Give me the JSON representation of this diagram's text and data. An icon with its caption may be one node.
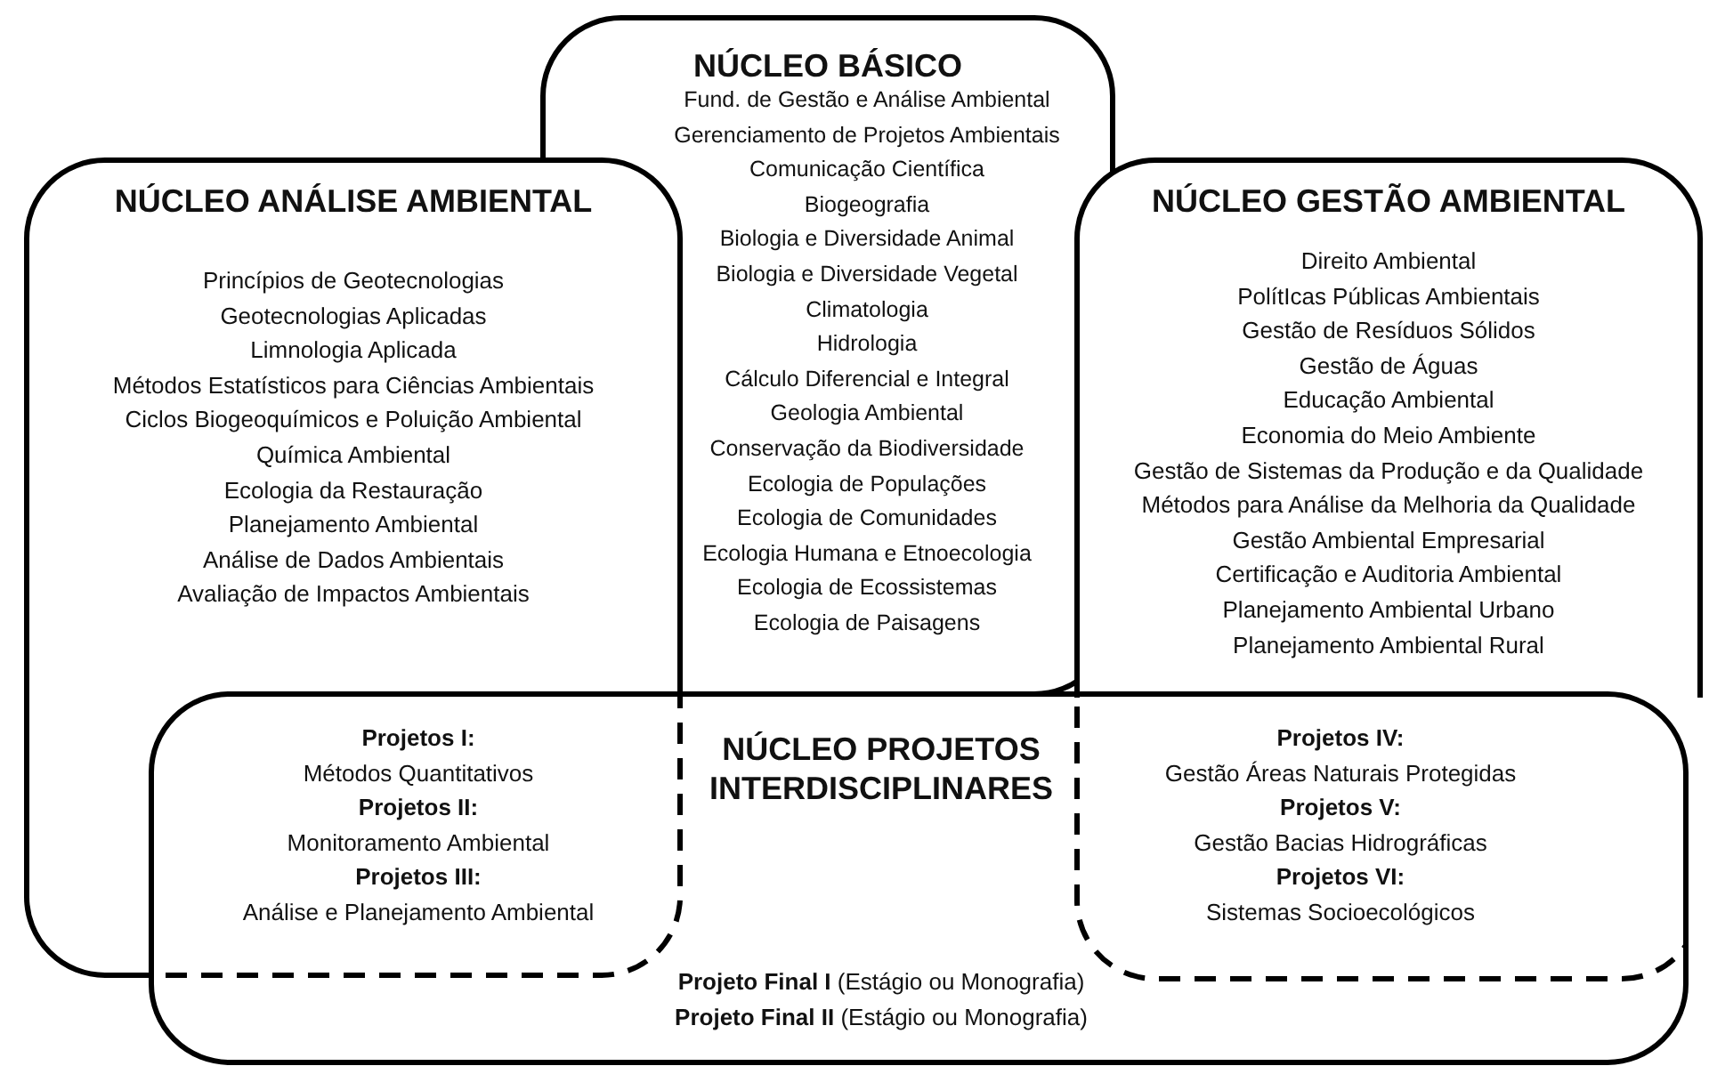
{
  "diagram": {
    "nodes": [
      {
        "text": [
          "NÚCLEO ANÁLISE AMBIENTAL",
          "Princípios de Geotecnologias",
          "Geotecnologias Aplicadas",
          "Limnologia Aplicada",
          "Métodos Estatísticos para Ciências Ambientais",
          "Ciclos Biogeoquímicos e Poluição Ambiental",
          "Química Ambiental",
          "Ecologia da Restauração",
          "Planejamento Ambiental",
          "Análise de Dados Ambientais",
          "Avaliação de Impactos Ambientais"
        ]
      },
      {
        "text": [
          "NÚCLEO BÁSICO",
          "Fund. de Gestão e Análise Ambiental",
          "Gerenciamento de Projetos Ambientais",
          "Comunicação Científica",
          "Biogeografia",
          "Biologia e Diversidade Animal",
          "Biologia e Diversidade Vegetal",
          "Climatologia",
          "Hidrologia",
          "Cálculo Diferencial e Integral",
          "Geologia Ambiental",
          "Conservação da Biodiversidade",
          "Ecologia de Populações",
          "Ecologia de Comunidades",
          "Ecologia Humana e Etnoecologia",
          "Ecologia de Ecossistemas",
          "Ecologia de Paisagens"
        ]
      },
      {
        "text": [
          "NÚCLEO GESTÃO AMBIENTAL",
          "Direito Ambiental",
          "PolítIcas Públicas Ambientais",
          "Gestão de Resíduos Sólidos",
          "Gestão de Águas",
          "Educação Ambiental",
          "Economia do Meio Ambiente",
          "Gestão de Sistemas da Produção e da Qualidade",
          "Métodos para Análise da Melhoria da Qualidade",
          "Gestão Ambiental Empresarial",
          "Certificação e Auditoria Ambiental",
          "Planejamento Ambiental Urbano",
          "Planejamento Ambiental Rural"
        ]
      },
      {
        "text": [
          "NÚCLEO PROJETOS INTERDISCIPLINARES",
          "**Projeto Final I** (Estágio ou Monografia)",
          "**Projeto Final II** (Estágio ou Monografia)"
        ]
      },
      {
        "text": [
          "**Projetos I:** Métodos Quantitativos",
          "**Projetos II:** Monitoramento Ambiental",
          "**Projetos III:** Análise e Planejamento Ambiental"
        ]
      },
      {
        "text": [
          "**Projetos IV:** Gestão Áreas Naturais Protegidas",
          "**Projetos V:** Gestão Bacias Hidrográficas",
          "**Projetos VI:** Sistemas Socioecológicos"
        ]
      }
    ]
  }
}
